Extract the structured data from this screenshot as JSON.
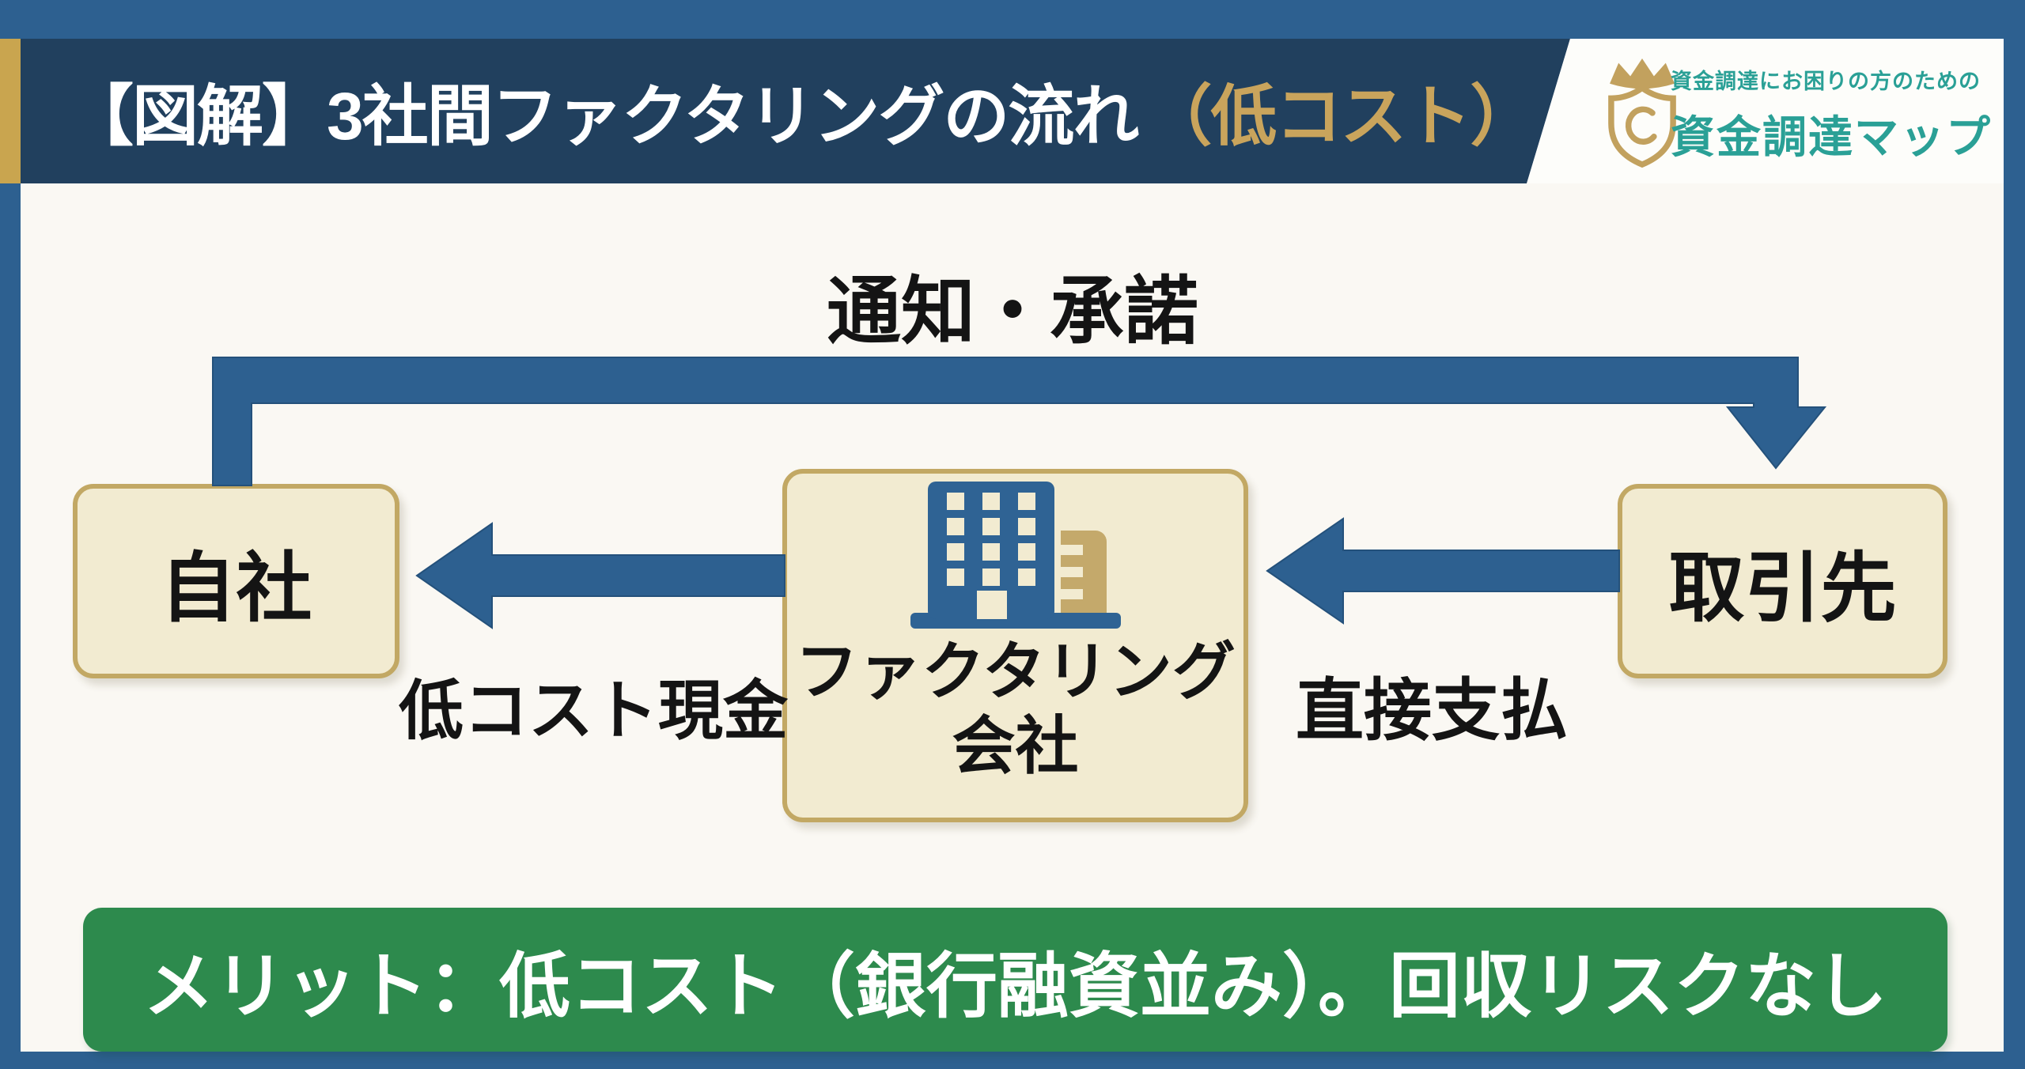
{
  "header": {
    "title_main": "【図解】3社間ファクタリングの流れ",
    "title_accent": "（低コスト）",
    "logo": {
      "icon": "crown-shield-icon",
      "tagline": "資金調達にお困りの方のための",
      "brand": "資金調達マップ"
    }
  },
  "diagram": {
    "top_arrow_label": "通知・承諾",
    "left_arrow_label": "低コスト現金",
    "right_arrow_label": "直接支払",
    "nodes": {
      "own_company": "自社",
      "factoring_icon": "office-building-icon",
      "factoring_line1": "ファクタリング",
      "factoring_line2": "会社",
      "client": "取引先"
    }
  },
  "footer": {
    "merit_text": "メリット：低コスト（銀行融資並み）。回収リスクなし"
  },
  "colors": {
    "frame_blue": "#2d6090",
    "header_navy": "#21405e",
    "gold_bar": "#c9a54f",
    "title_accent_gold": "#c9a45c",
    "node_fill": "#f2ebd1",
    "node_border": "#c2a864",
    "arrow_blue": "#2d6090",
    "banner_green": "#2d8a4d",
    "logo_teal": "#2aa096",
    "logo_gold": "#c2a15e",
    "text_black": "#141414",
    "content_background": "#faf8f3"
  }
}
